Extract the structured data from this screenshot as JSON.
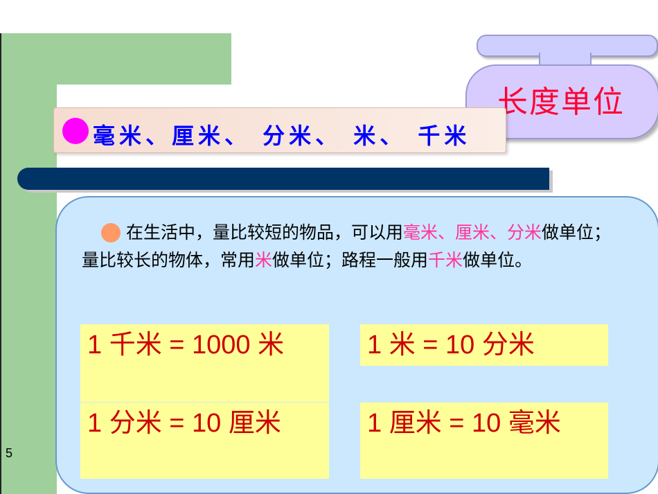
{
  "slide": {
    "badge_title": "长度单位",
    "heading": "毫米、厘米、 分米、 米、 千米",
    "paragraph": {
      "t1": "在生活中，量比较短的物品，可以用",
      "h1": "毫米、厘米、分米",
      "t2": "做单位；量比较长的物体，常用",
      "h2": "米",
      "t3": "做单位；路程一般用",
      "h3": "千米",
      "t4": "做单位。"
    },
    "conversions": [
      "1  千米   = 1000  米",
      "1  米   = 10  分米",
      "1  分米   = 10  厘米",
      "1  厘米   = 10  毫米"
    ],
    "page_number": "5"
  }
}
